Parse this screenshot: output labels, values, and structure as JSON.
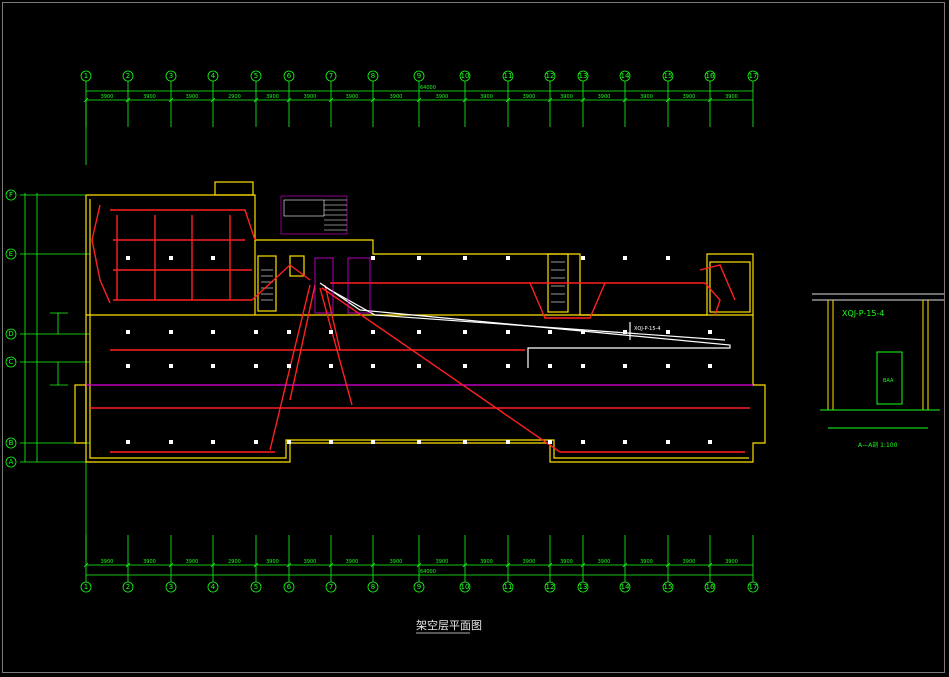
{
  "drawing": {
    "title": "架空层平面图",
    "section_title": "XQJ-P-15-4",
    "section_caption": "A—A剖 1:100",
    "box_label": "BAA",
    "panel_label": "XQJ-P-15-4"
  },
  "grid": {
    "columns": [
      "1",
      "2",
      "3",
      "4",
      "5",
      "6",
      "7",
      "8",
      "9",
      "10",
      "11",
      "12",
      "13",
      "14",
      "15",
      "16",
      "17"
    ],
    "rows": [
      "F",
      "E",
      "D",
      "C",
      "B",
      "A"
    ],
    "top_dims": [
      "3900",
      "3900",
      "3900",
      "2900",
      "3900",
      "3900",
      "3900",
      "3900",
      "3900",
      "3900",
      "3900",
      "3900",
      "3900",
      "3900",
      "3900",
      "3900"
    ],
    "total_dim": "64000"
  },
  "colors": {
    "background": "#000000",
    "grid": "#19ff19",
    "walls": "#ffe000",
    "wiring": "#ff2020",
    "columns": "#ffffff",
    "magenta": "#e000e0"
  }
}
